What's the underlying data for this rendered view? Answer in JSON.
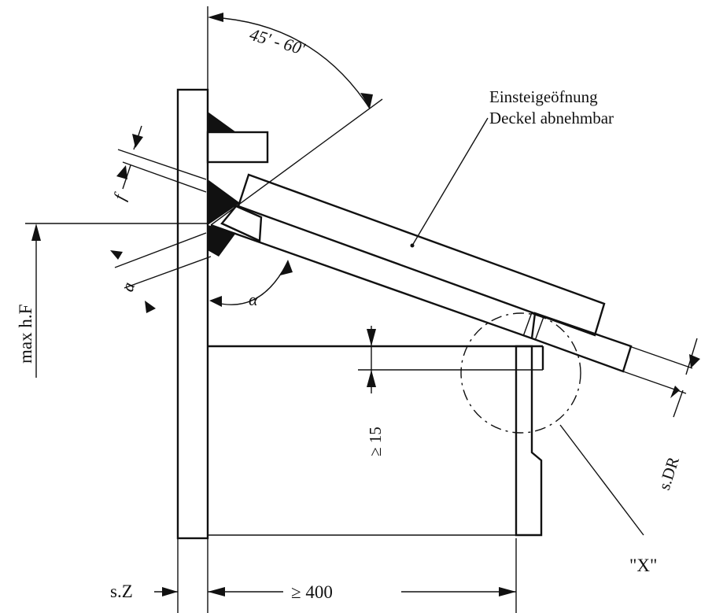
{
  "labels": {
    "opening_line1": "Einsteigeöfnung",
    "opening_line2": "Deckel abnehmbar",
    "angle_range": "45' - 60'",
    "dim_f": "f",
    "dim_a": "a",
    "angle_alpha": "α",
    "max_height": "max h.F",
    "gap_min": "≥ 15",
    "cover_thickness": "s.DR",
    "detail_x": "\"X\"",
    "wall_thickness": "s.Z",
    "width_min": "≥ 400"
  }
}
